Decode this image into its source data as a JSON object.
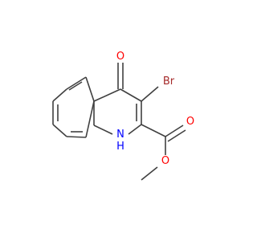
{
  "molecule": {
    "atoms": [
      {
        "id": "O4",
        "label": "O",
        "color": "#ff0000"
      },
      {
        "id": "Br3",
        "label": "Br",
        "color": "#a52a2a"
      },
      {
        "id": "N1",
        "label": "N",
        "color": "#0000ff"
      },
      {
        "id": "H1",
        "label": "H",
        "color": "#0000ff"
      },
      {
        "id": "O_carbonyl",
        "label": "O",
        "color": "#ff0000"
      },
      {
        "id": "O_ester",
        "label": "O",
        "color": "#ff0000"
      }
    ],
    "bond_color": "#404040"
  }
}
